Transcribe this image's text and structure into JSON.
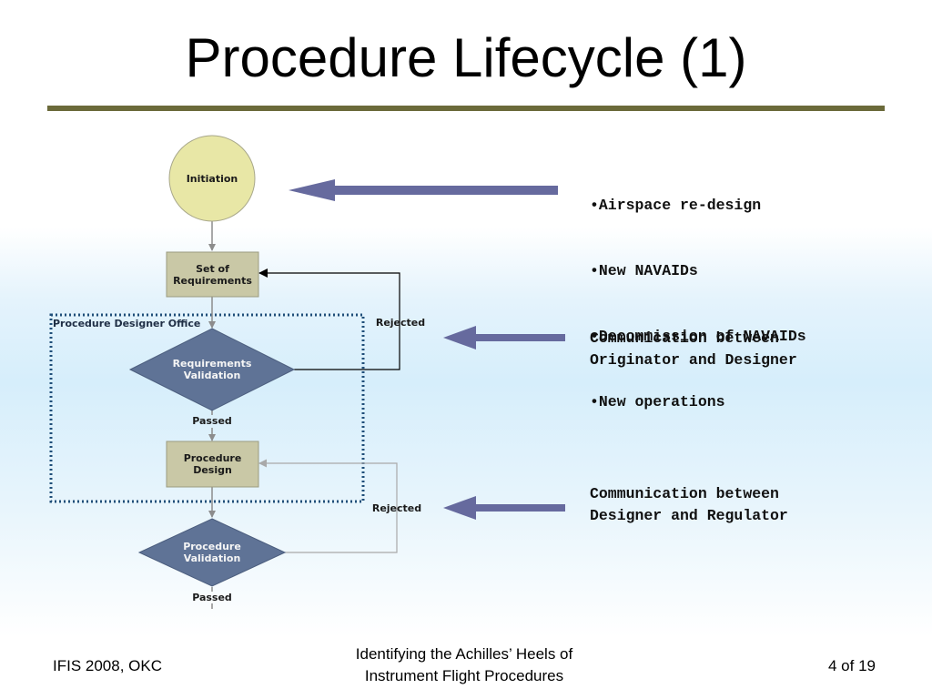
{
  "slide": {
    "title": "Procedure Lifecycle (1)",
    "footer_left": "IFIS 2008, OKC",
    "footer_center_line1": "Identifying the Achilles’ Heels of",
    "footer_center_line2": "Instrument Flight Procedures",
    "footer_right": "4 of 19"
  },
  "diagram": {
    "nodes": {
      "initiation": "Initiation",
      "set_of_requirements_1": "Set of",
      "set_of_requirements_2": "Requirements",
      "requirements_validation_1": "Requirements",
      "requirements_validation_2": "Validation",
      "procedure_design_1": "Procedure",
      "procedure_design_2": "Design",
      "procedure_validation_1": "Procedure",
      "procedure_validation_2": "Validation"
    },
    "edges": {
      "rejected_1": "Rejected",
      "passed_1": "Passed",
      "rejected_2": "Rejected",
      "passed_2": "Passed"
    },
    "region_label": "Procedure Designer Office"
  },
  "annotations": {
    "initiation_bullets": [
      "•Airspace re-design",
      "•New NAVAIDs",
      "•Decommission of NAVAIDs",
      "•New operations"
    ],
    "comm1_line1": "Communication between",
    "comm1_line2": "Originator and Designer",
    "comm2_line1": "Communication between",
    "comm2_line2": "Designer and Regulator"
  },
  "colors": {
    "title_rule": "#6b6a3a",
    "initiation_fill": "#e8e7a6",
    "box_fill": "#c9c8a6",
    "diamond_fill": "#5f7396",
    "arrow_fill": "#666a9e",
    "region_border": "#1f4e79"
  }
}
